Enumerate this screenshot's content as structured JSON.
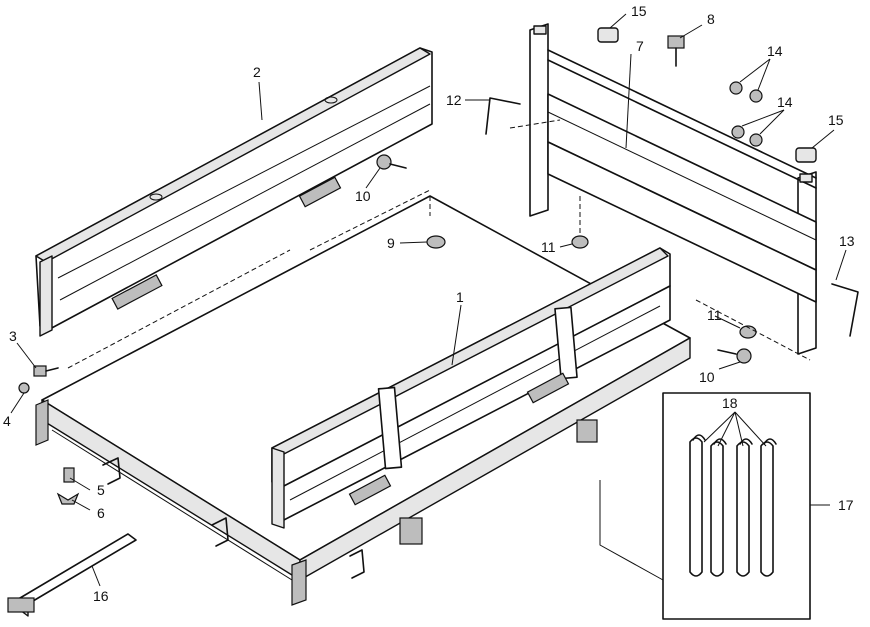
{
  "callouts": {
    "c1": "1",
    "c2": "2",
    "c3": "3",
    "c4": "4",
    "c5": "5",
    "c6": "6",
    "c7": "7",
    "c8": "8",
    "c9": "9",
    "c10a": "10",
    "c10b": "10",
    "c11a": "11",
    "c11b": "11",
    "c12": "12",
    "c13": "13",
    "c14a": "14",
    "c14b": "14",
    "c15a": "15",
    "c15b": "15",
    "c16": "16",
    "c17": "17",
    "c18": "18"
  }
}
